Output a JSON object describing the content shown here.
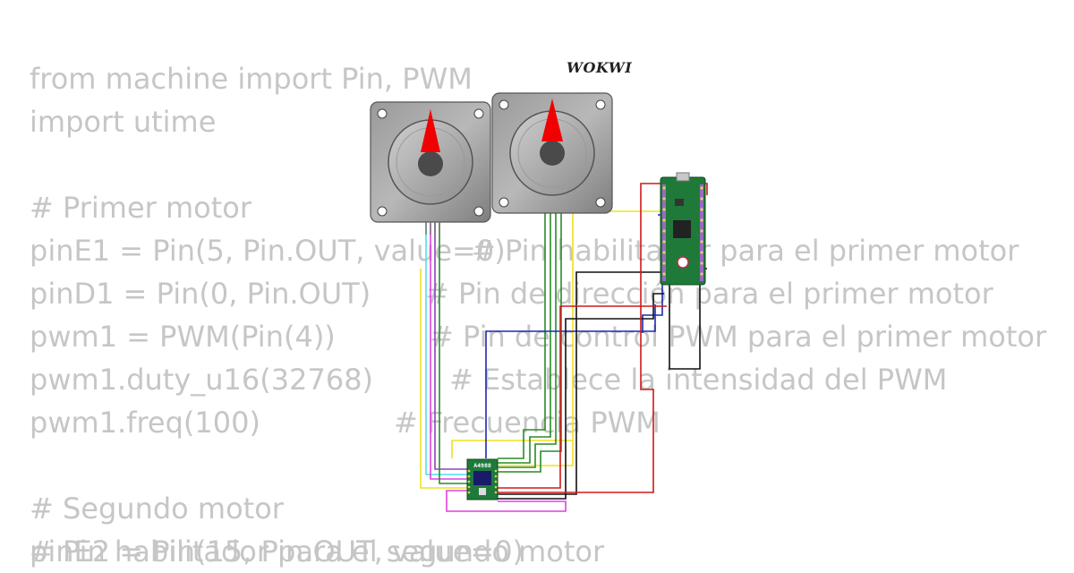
{
  "brand": {
    "logo_text": "WOKWI"
  },
  "code": {
    "lines": [
      {
        "code": "from machine import Pin, PWM",
        "comment": ""
      },
      {
        "code": "import utime",
        "comment": ""
      },
      {
        "code": "",
        "comment": ""
      },
      {
        "code": "# Primer motor",
        "comment": ""
      },
      {
        "code": "pinE1 = Pin(5, Pin.OUT, value=0)",
        "comment": "# Pin habilitador para el primer motor"
      },
      {
        "code": "pinD1 = Pin(0, Pin.OUT)",
        "comment": "# Pin de dirección para el primer motor"
      },
      {
        "code": "pwm1 = PWM(Pin(4))",
        "comment": "# Pin de control PWM para el primer motor"
      },
      {
        "code": "pwm1.duty_u16(32768)",
        "comment": "# Establece la intensidad del PWM"
      },
      {
        "code": "pwm1.freq(100)",
        "comment": "# Frecuencia PWM"
      },
      {
        "code": "",
        "comment": ""
      },
      {
        "code": "# Segundo motor",
        "comment": ""
      },
      {
        "code": "pinE2 = Pin(15, Pin.OUT, value=0)",
        "comment": "# Pin habilitador para el segundo motor"
      }
    ]
  },
  "circuit": {
    "driver_label": "A4988",
    "motors": [
      {
        "name": "stepper-motor-1"
      },
      {
        "name": "stepper-motor-2"
      }
    ],
    "board": {
      "name": "raspberry-pi-pico"
    },
    "wire_colors": {
      "cyan": "#4fe0e8",
      "magenta": "#e040e0",
      "purple": "#9040c0",
      "yellow": "#f0e020",
      "green": "#2a8a2a",
      "blue": "#1a2ab0",
      "red": "#d01818",
      "black": "#111111"
    }
  }
}
